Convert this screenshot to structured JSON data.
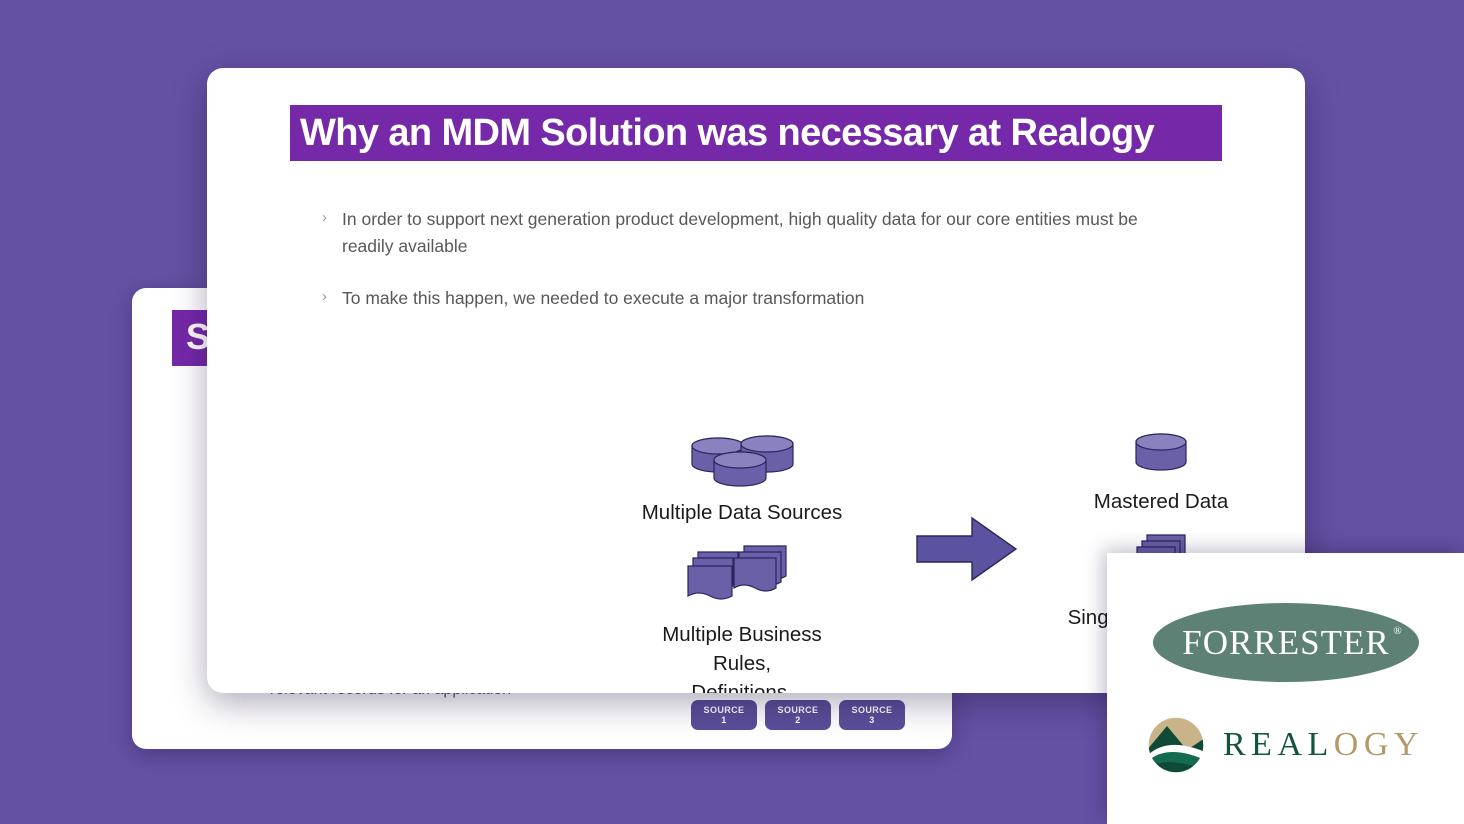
{
  "theme": {
    "background_purple": "#6551A3",
    "title_band_purple": "#7529A8",
    "icon_purple": "#6A60A8",
    "icon_purple_light": "#8A82BE",
    "forrester_green": "#5E8176",
    "realogy_green": "#13543F",
    "realogy_tan": "#B49A6A",
    "body_text_gray": "#58585B"
  },
  "background_slide": {
    "title_partial": "So",
    "bullet_partial": "relevant records for an application",
    "source_boxes": [
      {
        "label": "SOURCE",
        "number": "1"
      },
      {
        "label": "SOURCE",
        "number": "2"
      },
      {
        "label": "SOURCE",
        "number": "3"
      }
    ]
  },
  "main_slide": {
    "title": "Why an MDM Solution was necessary at Realogy",
    "bullets": [
      "In order to support next generation product development, high quality data for our core entities must be readily available",
      "To make this happen, we needed to execute a major transformation"
    ],
    "diagram": {
      "left": {
        "data_sources_icon": "multiple-database-cylinders-icon",
        "data_sources_label": "Multiple Data Sources",
        "documents_icon": "multiple-document-stacks-icon",
        "documents_label": "Multiple Business\nRules,\nDefinitions,\nStandards"
      },
      "arrow_icon": "right-arrow-icon",
      "right": {
        "data_icon": "single-database-cylinder-icon",
        "data_label": "Mastered Data",
        "documents_icon": "single-document-stack-icon",
        "documents_label": "Singular set of rules,\ndefinitions,\nstandards"
      }
    }
  },
  "logo_panel": {
    "forrester": {
      "text": "FORRESTER",
      "registered_mark": "®",
      "logo_icon": "forrester-ellipse-logo"
    },
    "realogy": {
      "text_dark": "REAL",
      "text_tan": "OGY",
      "logo_icon": "realogy-circle-mark-icon"
    }
  }
}
